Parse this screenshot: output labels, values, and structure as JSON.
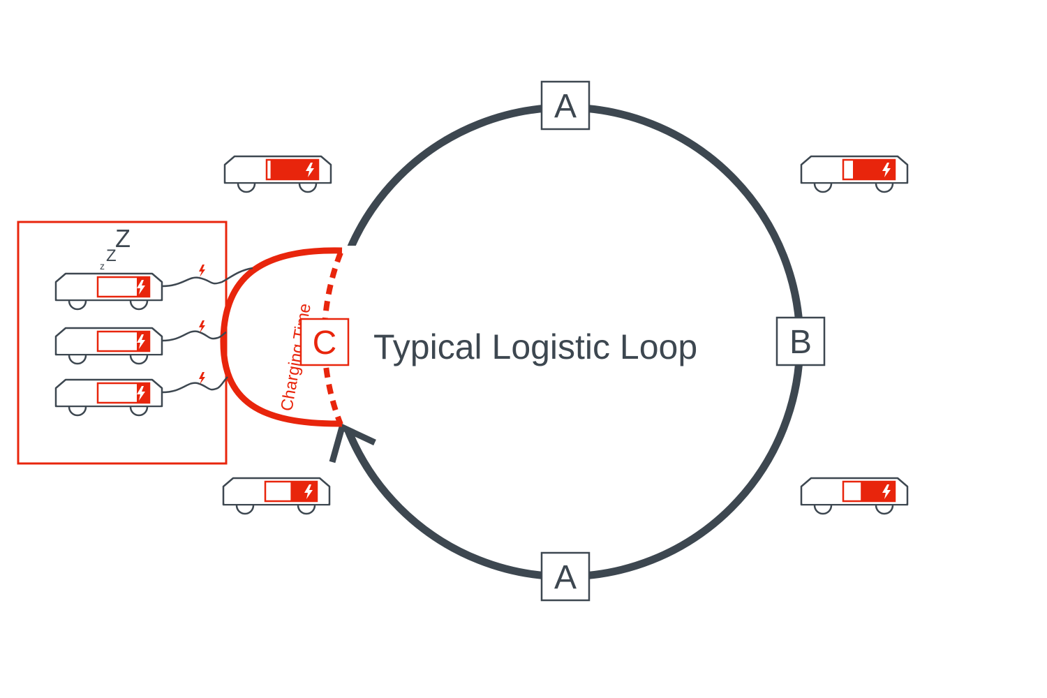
{
  "title": "Typical Logistic Loop",
  "nodes": {
    "top": "A",
    "right": "B",
    "bottom": "A",
    "charge": "C"
  },
  "charging_label": "Charging Time",
  "sleep": {
    "big": "Z",
    "mid": "Z",
    "small": "z"
  },
  "colors": {
    "loop": "#3d4750",
    "accent": "#e8250c"
  },
  "icons": {
    "battery": "battery-icon",
    "bolt": "lightning-bolt-icon",
    "cart": "agv-cart-icon"
  },
  "vehicles": [
    {
      "id": "loop-top-left",
      "charge_level": 0.9
    },
    {
      "id": "loop-top-right",
      "charge_level": 0.75
    },
    {
      "id": "loop-bottom-left",
      "charge_level": 0.35
    },
    {
      "id": "loop-bottom-right",
      "charge_level": 0.55
    },
    {
      "id": "station-1",
      "charge_level": 0.0
    },
    {
      "id": "station-2",
      "charge_level": 0.0
    },
    {
      "id": "station-3",
      "charge_level": 0.0
    }
  ]
}
